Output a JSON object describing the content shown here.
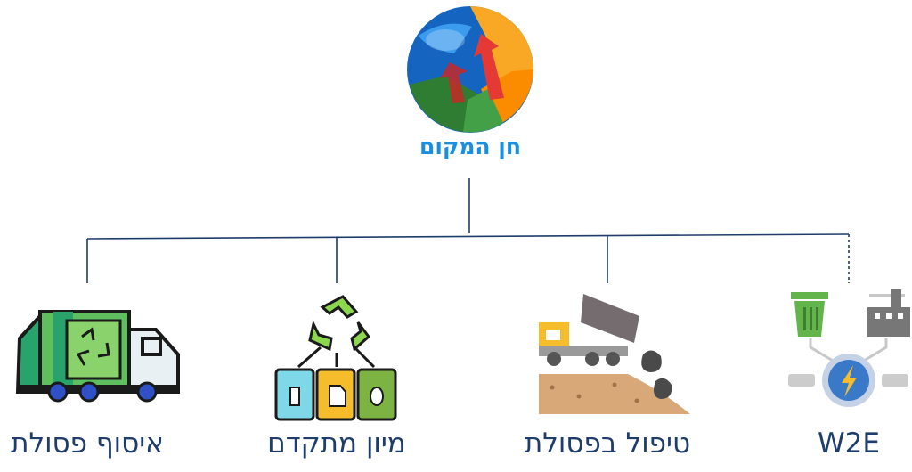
{
  "brand": {
    "name": "חן המקום"
  },
  "nodes": [
    {
      "label": "איסוף פסולת",
      "icon": "garbage-truck-icon"
    },
    {
      "label": "מיון מתקדם",
      "icon": "recycling-sorting-icon"
    },
    {
      "label": "טיפול בפסולת",
      "icon": "dump-truck-landfill-icon"
    },
    {
      "label": "W2E",
      "icon": "waste-to-energy-icon"
    }
  ],
  "colors": {
    "connector": "#1f3d6b",
    "label": "#1f3d6b",
    "brand": "#1a8fe0"
  }
}
